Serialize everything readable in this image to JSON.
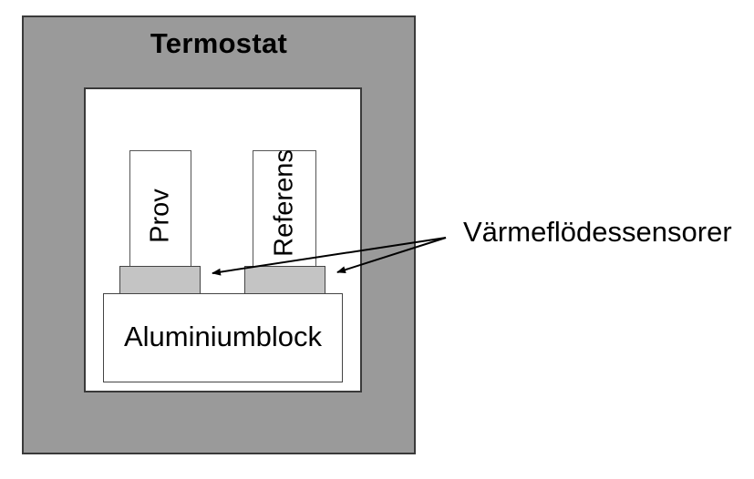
{
  "thermostat": {
    "label": "Termostat"
  },
  "samples": {
    "sample_label": "Prov",
    "reference_label": "Referens"
  },
  "block": {
    "label": "Aluminiumblock"
  },
  "sensors": {
    "label": "Värmeflödessensorer"
  },
  "colors": {
    "thermostat_fill": "#9a9a9a",
    "sensor_fill": "#c4c4c4",
    "outline": "#3a3a3a"
  }
}
